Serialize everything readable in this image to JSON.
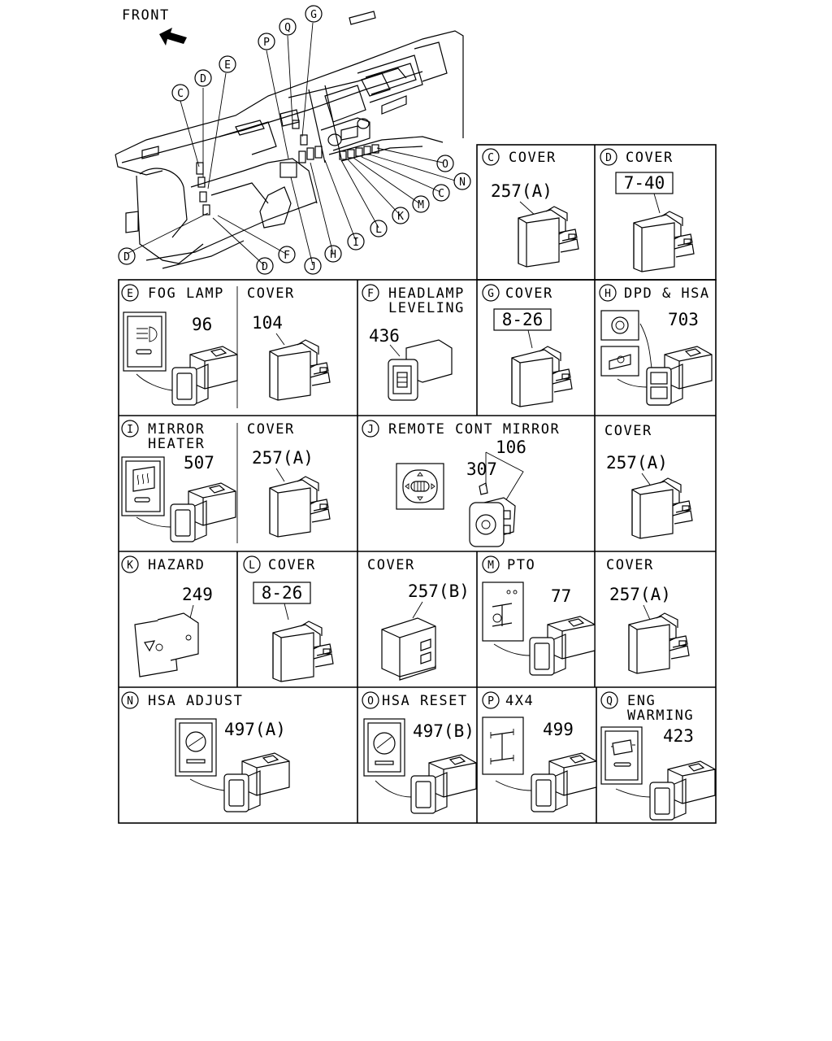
{
  "front_label": "FRONT",
  "callouts": [
    "C",
    "D",
    "E",
    "P",
    "Q",
    "G",
    "O",
    "N",
    "C",
    "M",
    "K",
    "L",
    "I",
    "H",
    "J",
    "F",
    "D",
    "D"
  ],
  "panels": {
    "C": {
      "letter": "C",
      "title": "COVER",
      "part": "257(A)"
    },
    "D": {
      "letter": "D",
      "title": "COVER",
      "ref": "7-40"
    },
    "E": {
      "letter": "E",
      "title": "FOG LAMP",
      "part": "96",
      "cover_title": "COVER",
      "cover_part": "104"
    },
    "F": {
      "letter": "F",
      "title1": "HEADLAMP",
      "title2": "LEVELING",
      "part": "436"
    },
    "G": {
      "letter": "G",
      "title": "COVER",
      "ref": "8-26"
    },
    "H": {
      "letter": "H",
      "title": "DPD & HSA",
      "part": "703"
    },
    "I": {
      "letter": "I",
      "title1": "MIRROR",
      "title2": "HEATER",
      "part": "507",
      "cover_title": "COVER",
      "cover_part": "257(A)"
    },
    "J": {
      "letter": "J",
      "title": "REMOTE CONT MIRROR",
      "part1": "106",
      "part2": "307",
      "cover_title": "COVER",
      "cover_part": "257(A)"
    },
    "K": {
      "letter": "K",
      "title": "HAZARD",
      "part": "249"
    },
    "L": {
      "letter": "L",
      "title": "COVER",
      "ref": "8-26",
      "cover_title": "COVER",
      "cover_part": "257(B)"
    },
    "M": {
      "letter": "M",
      "title": "PTO",
      "part": "77",
      "cover_title": "COVER",
      "cover_part": "257(A)"
    },
    "N": {
      "letter": "N",
      "title": "HSA ADJUST",
      "part": "497(A)"
    },
    "O": {
      "letter": "O",
      "title": "HSA RESET",
      "part": "497(B)"
    },
    "P": {
      "letter": "P",
      "title": "4X4",
      "part": "499"
    },
    "Q": {
      "letter": "Q",
      "title1": "ENG",
      "title2": "WARMING",
      "part": "423"
    }
  }
}
